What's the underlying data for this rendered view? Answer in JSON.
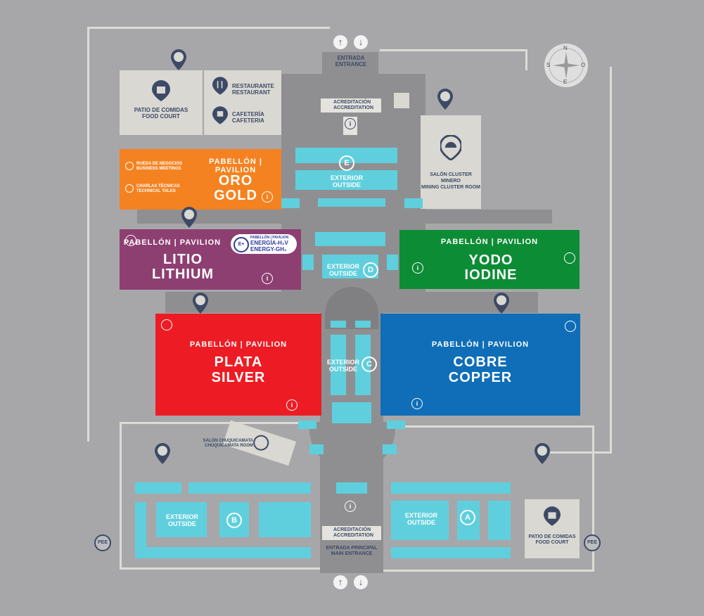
{
  "entrances": {
    "top": {
      "es": "ENTRADA",
      "en": "ENTRANCE"
    },
    "bottom": {
      "es": "ENTRADA PRINCIPAL",
      "en": "MAIN ENTRANCE"
    }
  },
  "accreditation": {
    "es": "ACREDITACIÓN",
    "en": "ACCREDITATION"
  },
  "food_court": {
    "es": "PATIO DE COMIDAS",
    "en": "FOOD COURT"
  },
  "restaurant": {
    "es": "RESTAURANTE",
    "en": "RESTAURANT"
  },
  "cafeteria": {
    "es": "CAFETERÍA",
    "en": "CAFETERIA"
  },
  "mining_cluster": {
    "es": "SALÓN CLUSTER MINERO",
    "en": "MINING CLUSTER ROOM"
  },
  "chuquicamata": {
    "es": "SALÓN CHUQUICAMATA",
    "en": "CHUQUICAMATA ROOM"
  },
  "pavilion_kicker": "PABELLÓN  |  PAVILION",
  "pavilions": {
    "oro": {
      "es": "ORO",
      "en": "GOLD",
      "color": "#f58220"
    },
    "litio": {
      "es": "LITIO",
      "en": "LITHIUM",
      "color": "#8e3f72"
    },
    "yodo": {
      "es": "YODO",
      "en": "IODINE",
      "color": "#0d8c36"
    },
    "plata": {
      "es": "PLATA",
      "en": "SILVER",
      "color": "#ed1c24"
    },
    "cobre": {
      "es": "COBRE",
      "en": "COPPER",
      "color": "#0f6eb7"
    }
  },
  "oro_services": {
    "business": {
      "es": "RUEDA DE NEGOCIOS",
      "en": "BUSINESS MEETINGS"
    },
    "talks": {
      "es": "CHARLAS TÉCNICAS",
      "en": "TECHNICAL TALKS"
    }
  },
  "energy_badge": {
    "kicker": "PABELLÓN | PAVILION",
    "line1": "ENERGÍA-H₂V",
    "line2": "ENERGY-GH₂",
    "mark": "E+"
  },
  "outside": [
    {
      "es": "EXTERIOR",
      "en": "OUTSIDE",
      "letter": "E"
    },
    {
      "es": "EXTERIOR",
      "en": "OUTSIDE",
      "letter": "D"
    },
    {
      "es": "EXTERIOR",
      "en": "OUTSIDE",
      "letter": "C"
    },
    {
      "es": "EXTERIOR",
      "en": "OUTSIDE",
      "letter": "B"
    },
    {
      "es": "EXTERIOR",
      "en": "OUTSIDE",
      "letter": "A"
    }
  ],
  "compass": {
    "n": "N",
    "s": "S",
    "e": "E",
    "o": "O"
  },
  "pee": "PEE",
  "info_glyph": "i",
  "arrows": {
    "up": "↑",
    "down": "↓"
  },
  "colors": {
    "background": "#a7a7aa",
    "outside": "#5fcfdd",
    "label": "#3d4a66"
  }
}
